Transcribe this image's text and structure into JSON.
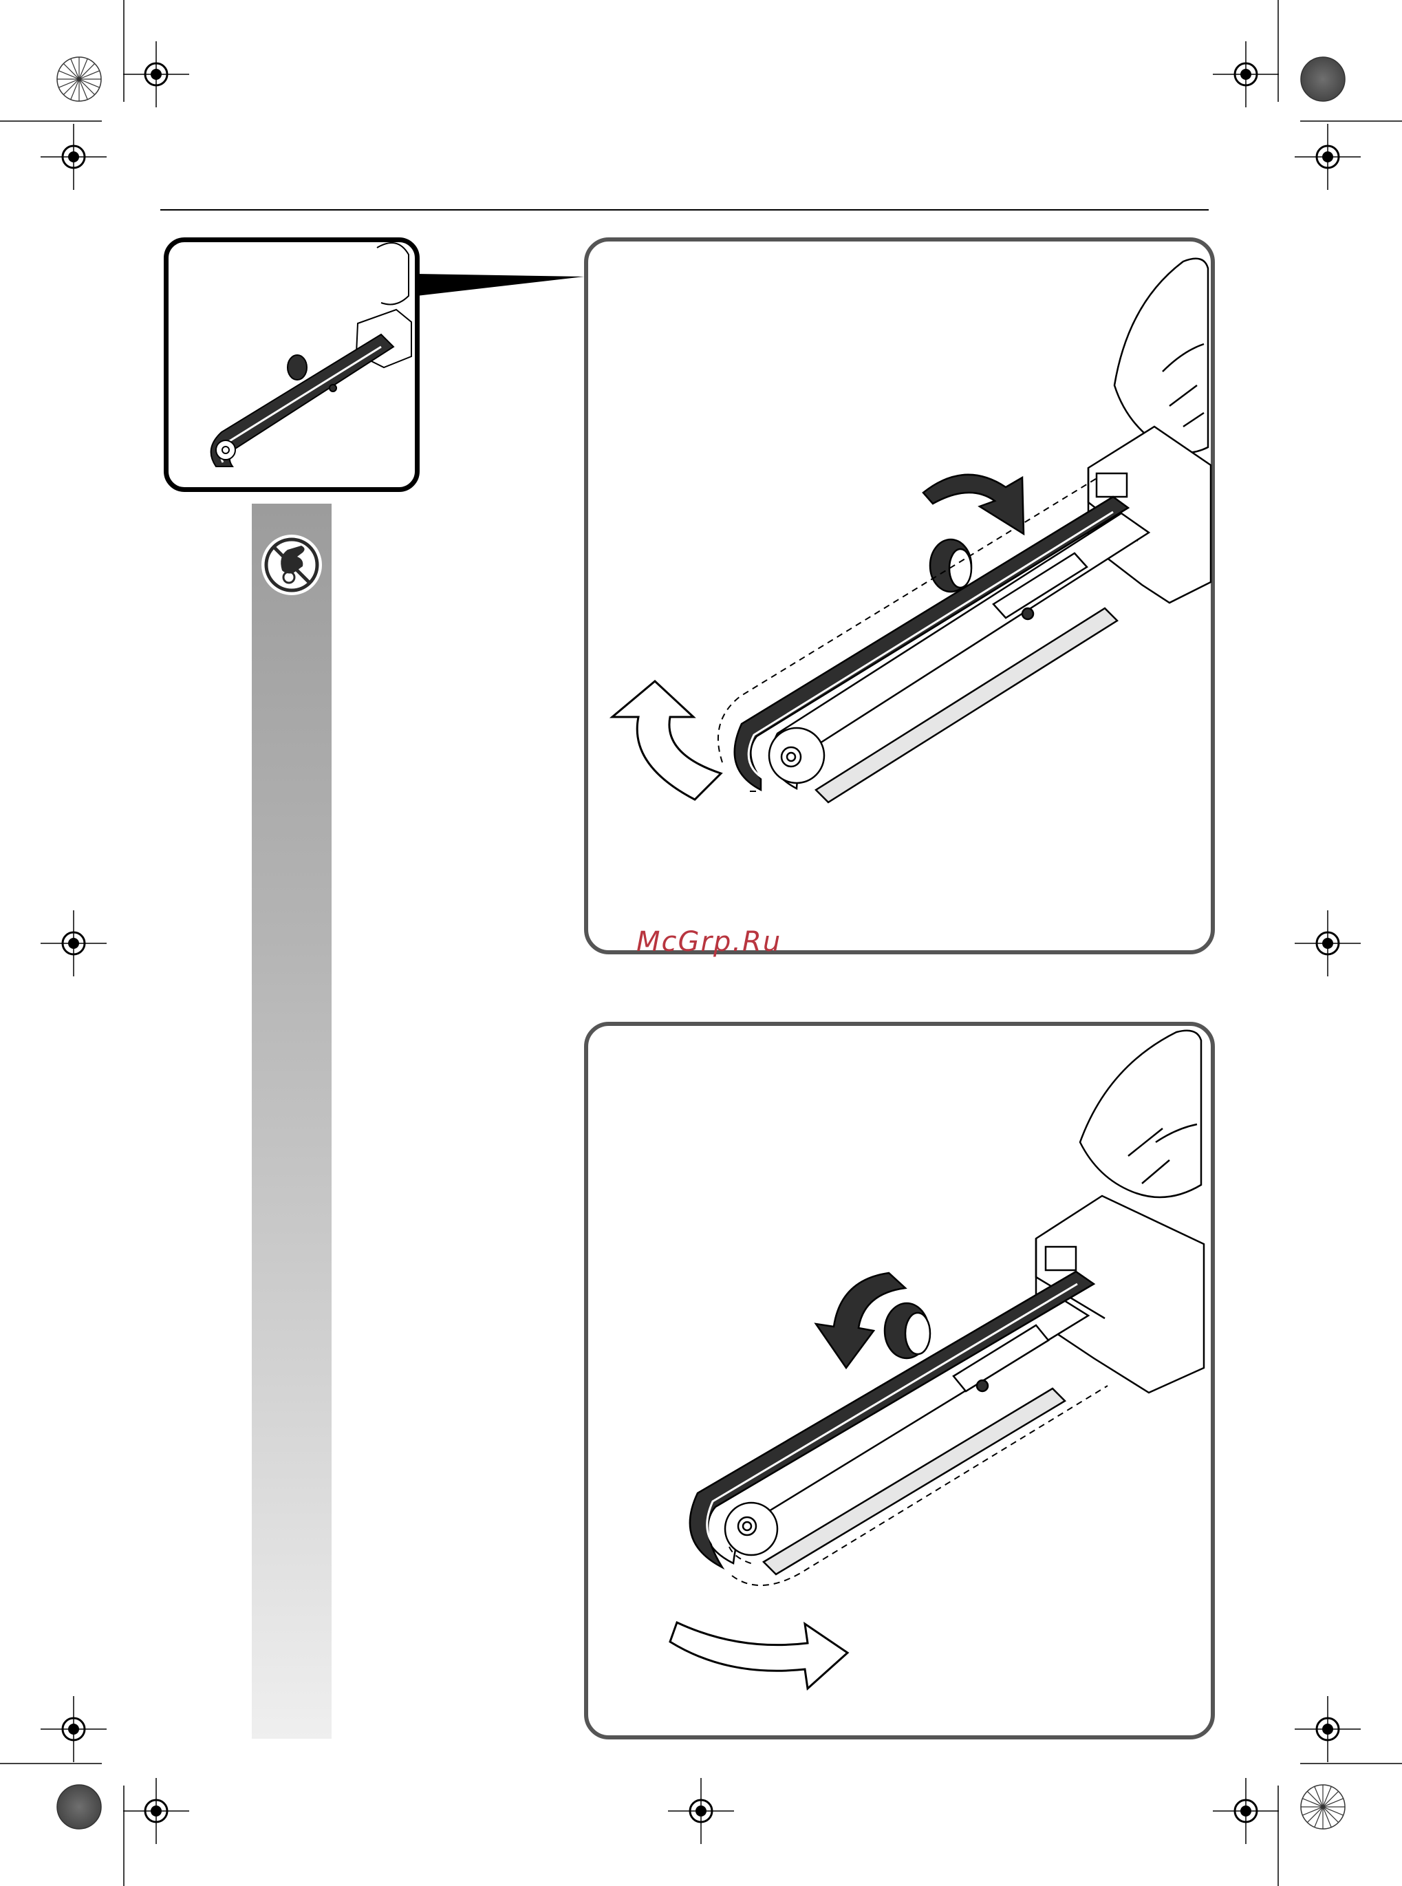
{
  "watermark": {
    "text": "McGrp.Ru",
    "color": "#b8353f"
  },
  "icons": {
    "warning_symbol": "no-hand-contact-pictogram",
    "registration_marks": "crosshair-target",
    "color_bars": "printer-calibration-disc"
  },
  "colors": {
    "frame": "#555555",
    "belt": "#2e2e2e",
    "sidebar_top": "#9c9c9c",
    "sidebar_bottom": "#efefef"
  }
}
